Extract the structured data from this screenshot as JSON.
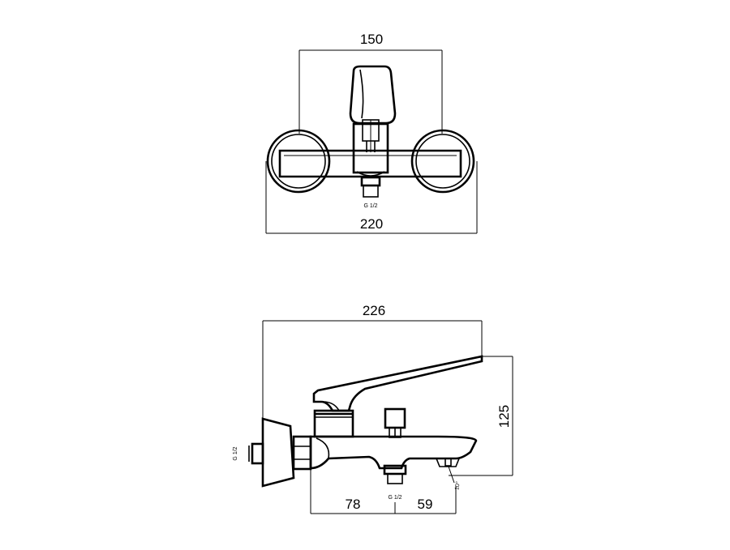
{
  "top_view": {
    "dim_width_outer": "150",
    "dim_width_total": "220",
    "thread_label": "G 1/2"
  },
  "side_view": {
    "dim_length": "226",
    "dim_height": "125",
    "dim_left": "78",
    "dim_right": "59",
    "thread_label_left": "G 1/2",
    "thread_label_bottom": "G 1/2",
    "angle_label": "10°"
  }
}
